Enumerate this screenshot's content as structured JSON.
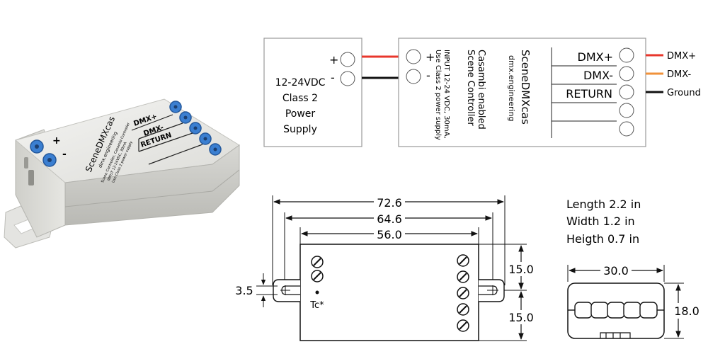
{
  "device_photo": {
    "brand": "SceneDMXcas",
    "website": "dmx.engineering",
    "desc_line1": "Scene Controller, Casambi Controller",
    "desc_line2": "INPUT 12-24VDC, 30mA",
    "desc_line3": "Use Class 2 power supply",
    "plus": "+",
    "minus": "-",
    "dmx_plus": "DMX+",
    "dmx_minus": "DMX-",
    "return": "RETURN"
  },
  "wiring": {
    "power_supply": {
      "plus": "+",
      "minus": "-",
      "line1": "12-24VDC",
      "line2": "Class 2",
      "line3": "Power",
      "line4": "Supply"
    },
    "controller": {
      "plus": "+",
      "minus": "-",
      "brand": "SceneDMXcas",
      "website": "dmx.engineering",
      "desc1": "Casambi enabled",
      "desc2": "Scene Controller",
      "spec1": "INPUT 12-24 VDC, 30mA,",
      "spec2": "Use Class 2 power supply",
      "dmx_plus": "DMX+",
      "dmx_minus": "DMX-",
      "return": "RETURN"
    },
    "outputs": [
      {
        "label": "DMX+",
        "color": "#e8372c"
      },
      {
        "label": "DMX-",
        "color": "#f0923a"
      },
      {
        "label": "Ground",
        "color": "#111111"
      }
    ],
    "wire_colors": {
      "positive": "#e8372c",
      "negative": "#111111"
    }
  },
  "dimensions": {
    "overall": "72.6",
    "mount_spacing": "64.6",
    "body_length": "56.0",
    "hole_dim": "3.5",
    "half_width_top": "15.0",
    "half_width_bottom": "15.0",
    "tc_label": "Tc*",
    "end_width": "30.0",
    "end_height": "18.0"
  },
  "specs": {
    "length": "Length 2.2 in",
    "width": "Width 1.2 in",
    "height": "Heigth 0.7 in"
  }
}
